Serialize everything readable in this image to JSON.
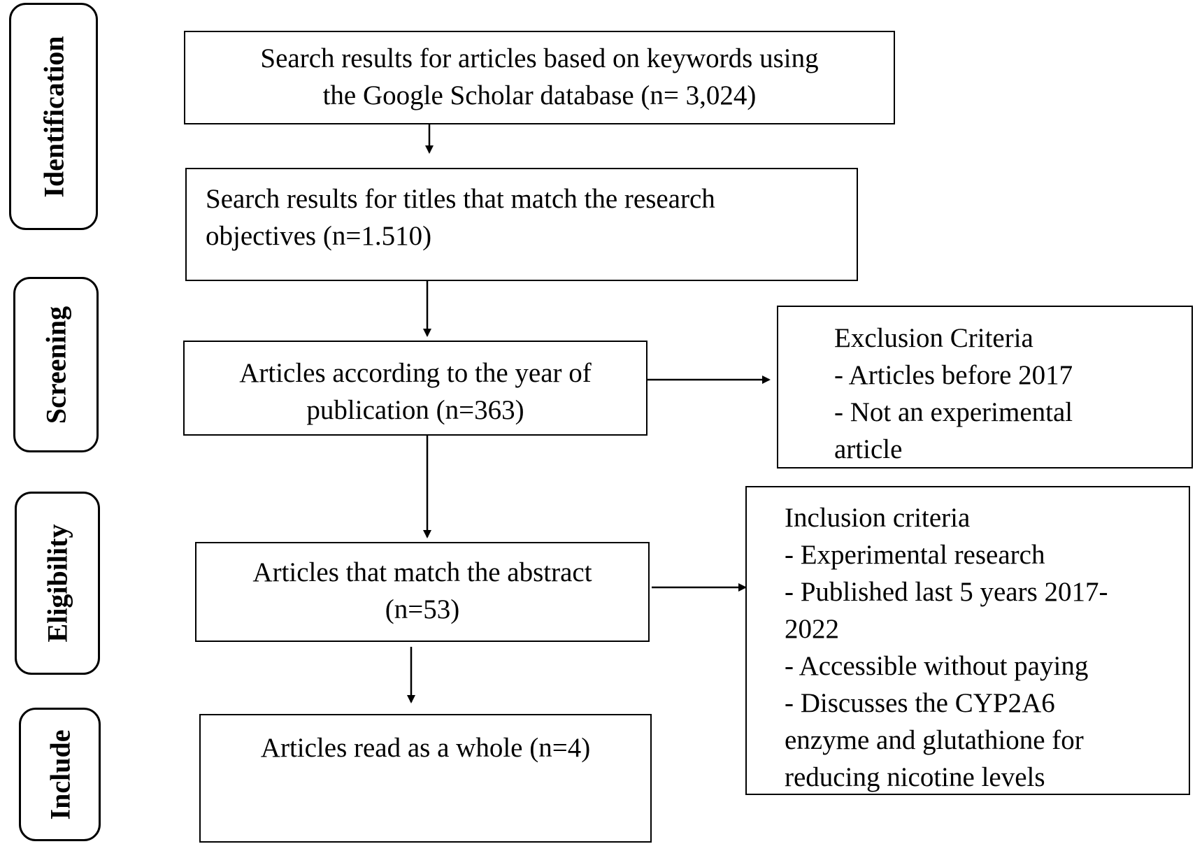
{
  "phases": {
    "identification": "Identification",
    "screening": "Screening",
    "eligibility": "Eligibility",
    "include": "Include"
  },
  "boxes": {
    "search_keywords": {
      "line1": "Search results for articles based on keywords using",
      "line2": "the Google Scholar database (n= 3,024)"
    },
    "titles_match": {
      "line1": "Search results for titles that match the research",
      "line2": "objectives (n=1.510)"
    },
    "year_publication": {
      "line1": "Articles according to the year of",
      "line2": "publication (n=363)"
    },
    "abstract_match": {
      "line1": "Articles that match the abstract",
      "line2": "(n=53)"
    },
    "read_whole": {
      "line1": "Articles read as a whole (n=4)"
    }
  },
  "exclusion": {
    "title": "Exclusion Criteria",
    "lines": [
      "- Articles before 2017",
      "- Not an experimental",
      "article"
    ]
  },
  "inclusion": {
    "title": "Inclusion criteria",
    "lines": [
      "- Experimental research",
      "- Published last 5 years 2017-",
      "2022",
      "- Accessible without paying",
      "- Discusses the CYP2A6",
      "enzyme and glutathione for",
      "reducing nicotine levels"
    ]
  }
}
